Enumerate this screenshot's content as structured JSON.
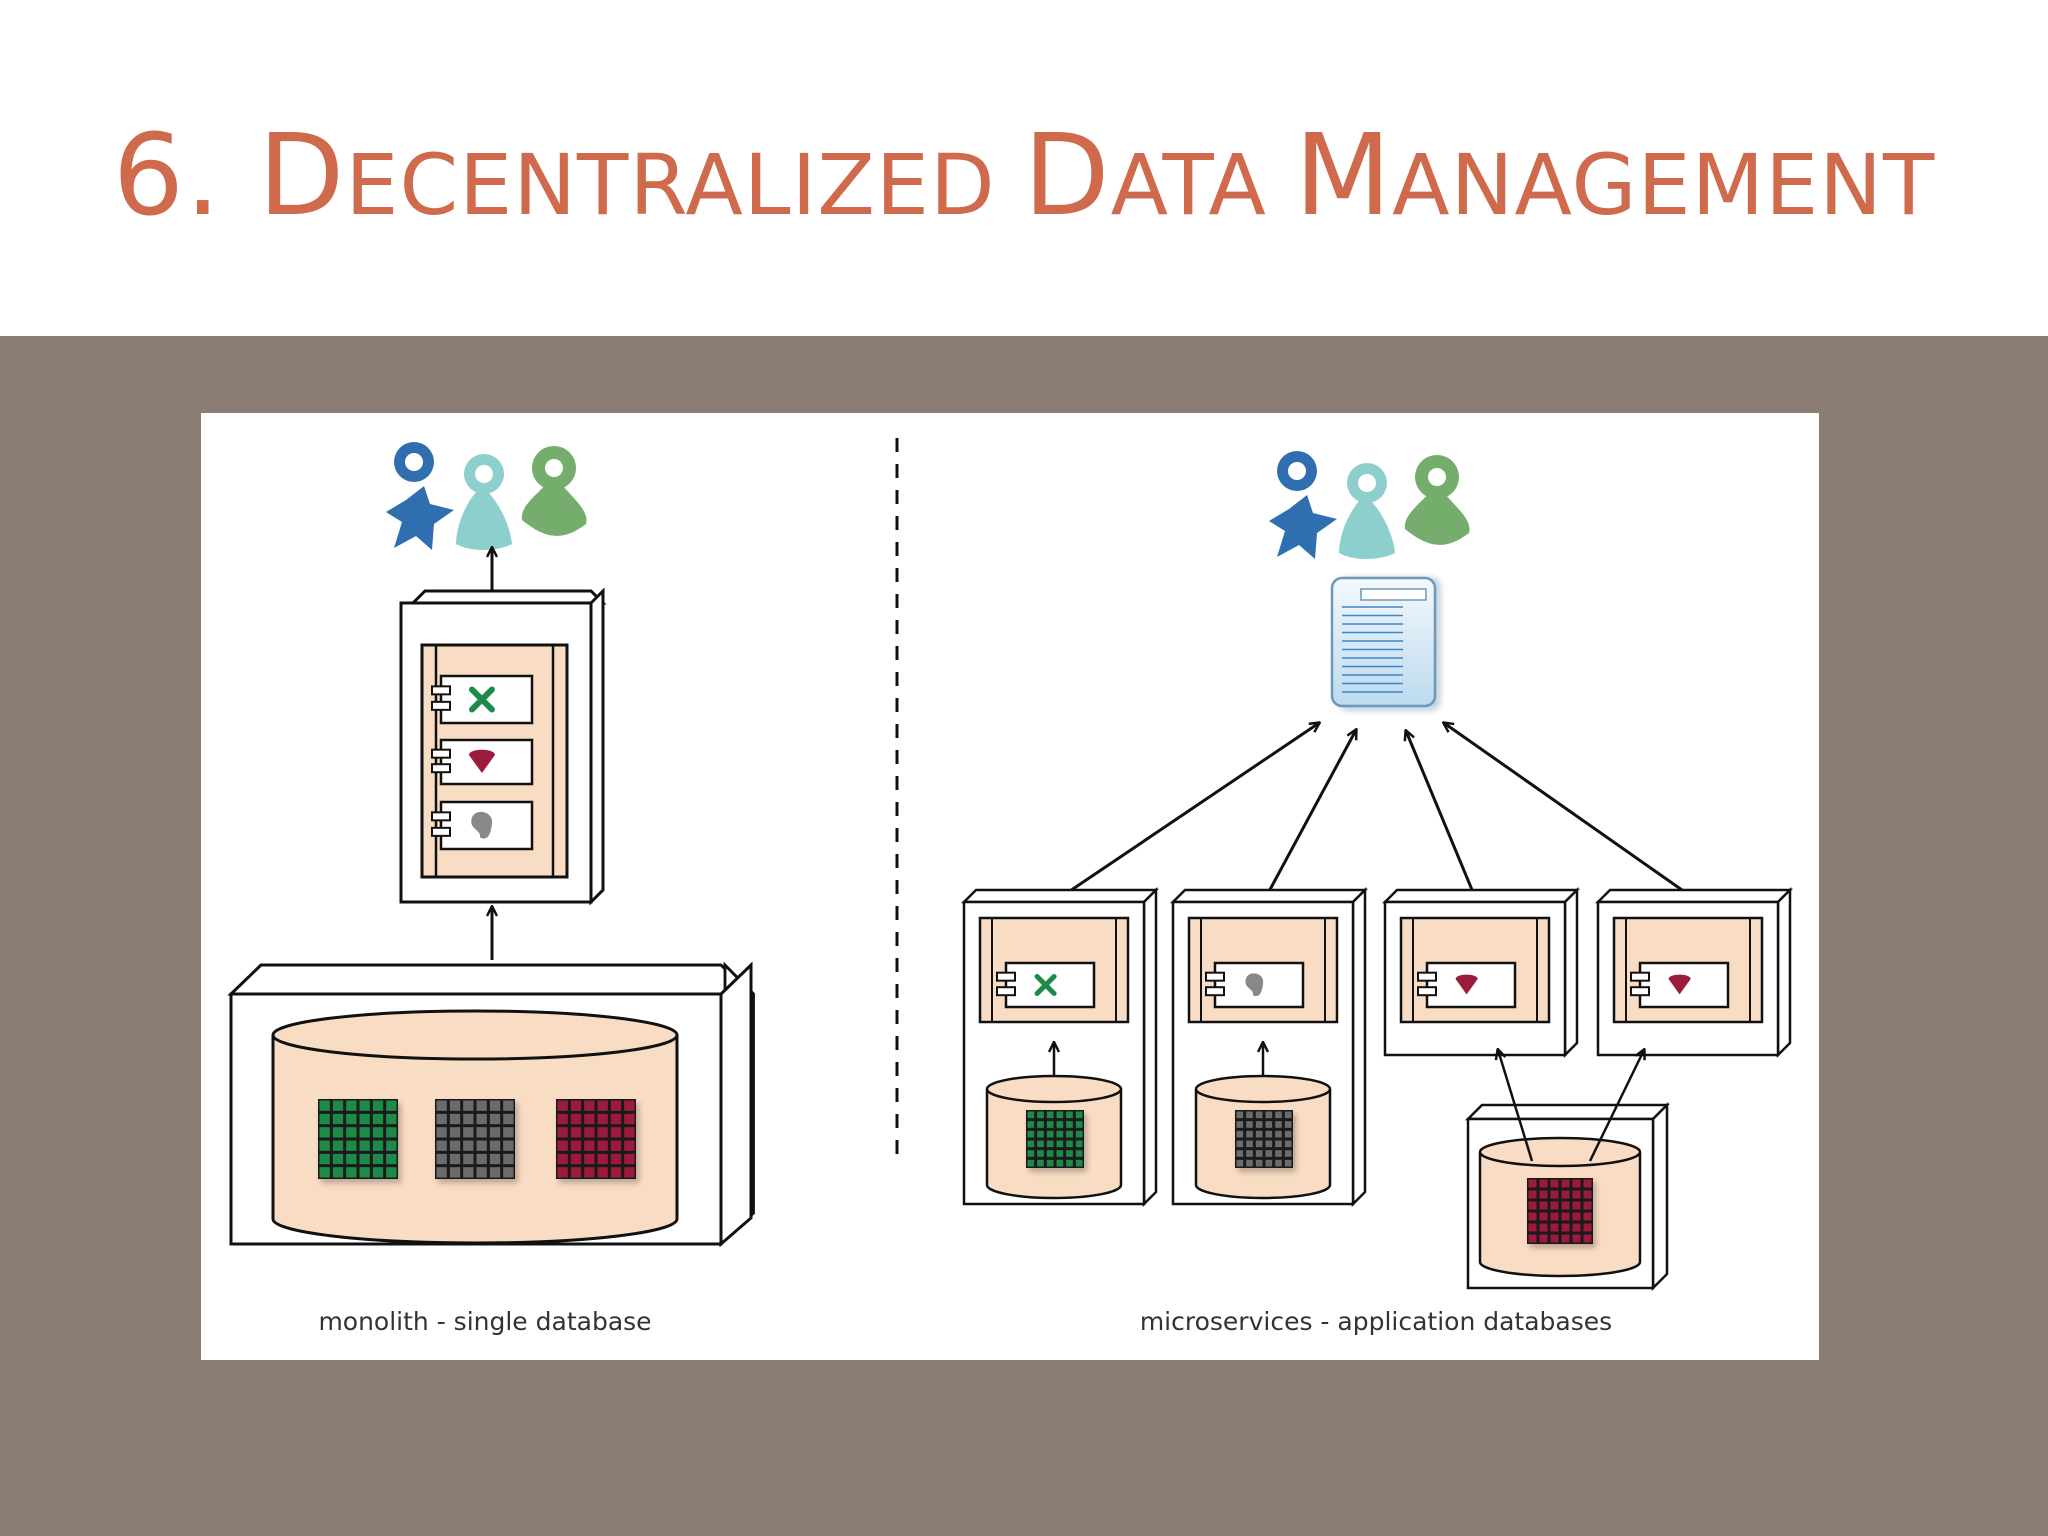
{
  "slide": {
    "title_parts": [
      {
        "text": "6. ",
        "style": "cap"
      },
      {
        "text": "D",
        "style": "cap"
      },
      {
        "text": "ECENTRALIZED ",
        "style": "sc"
      },
      {
        "text": "D",
        "style": "cap"
      },
      {
        "text": "ATA ",
        "style": "sc"
      },
      {
        "text": "M",
        "style": "cap"
      },
      {
        "text": "ANAGEMENT",
        "style": "sc"
      }
    ]
  },
  "diagram": {
    "left_caption": "monolith - single database",
    "right_caption": "microservices - application databases"
  },
  "colors": {
    "title": "#cf6a4c",
    "band": "#8b7d74",
    "peach": "#f9dcc4",
    "user_blue": "#2f6fb0",
    "user_teal": "#8ccfcd",
    "user_green": "#74ad6c",
    "table_green": "#1d8a4a",
    "table_gray": "#6b6b6b",
    "table_red": "#9c1a3c"
  }
}
